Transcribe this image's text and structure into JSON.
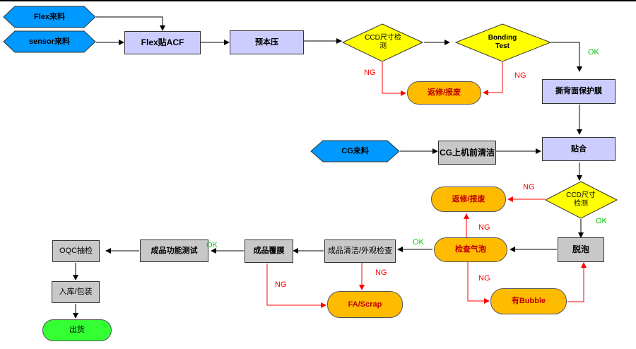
{
  "nodes": {
    "flex_material": "Flex来料",
    "sensor_material": "sensor来料",
    "flex_acf": "Flex贴ACF",
    "pre_press": "预本压",
    "ccd_check_1": "CCD尺寸检测",
    "bonding_test": "Bonding Test",
    "rework_scrap_1": "返修/报废",
    "tear_back_film": "撕背面保护膜",
    "cg_material": "CG来料",
    "cg_clean": "CG上机前清洁",
    "laminate": "贴合",
    "ccd_check_2": "CCD尺寸检测",
    "rework_scrap_2": "返修/报废",
    "defoam": "脱泡",
    "check_bubble": "检查气泡",
    "has_bubble": "有Bubble",
    "clean_inspect": "成品清洁/外观检查",
    "product_film": "成品覆膜",
    "function_test": "成品功能测试",
    "oqc": "OQC抽检",
    "pack": "入库/包装",
    "ship": "出货",
    "fa_scrap": "FA/Scrap"
  },
  "labels": {
    "ng1": "NG",
    "ng2": "NG",
    "ok1": "OK",
    "ng3": "NG",
    "ok2": "OK",
    "ng4": "NG",
    "ok3": "OK",
    "ng5": "NG",
    "ng6": "NG",
    "ng7": "NG",
    "ok4": "OK"
  },
  "colors": {
    "process_box": "#ccccff",
    "gray_box": "#c8c8c8",
    "material_hex": "#0099ff",
    "decision": "#ffff00",
    "rework_pill": "#ffbb00",
    "ship_pill": "#33ff33",
    "ng_arrow": "#ff0000",
    "ok_text": "#00cc00"
  }
}
